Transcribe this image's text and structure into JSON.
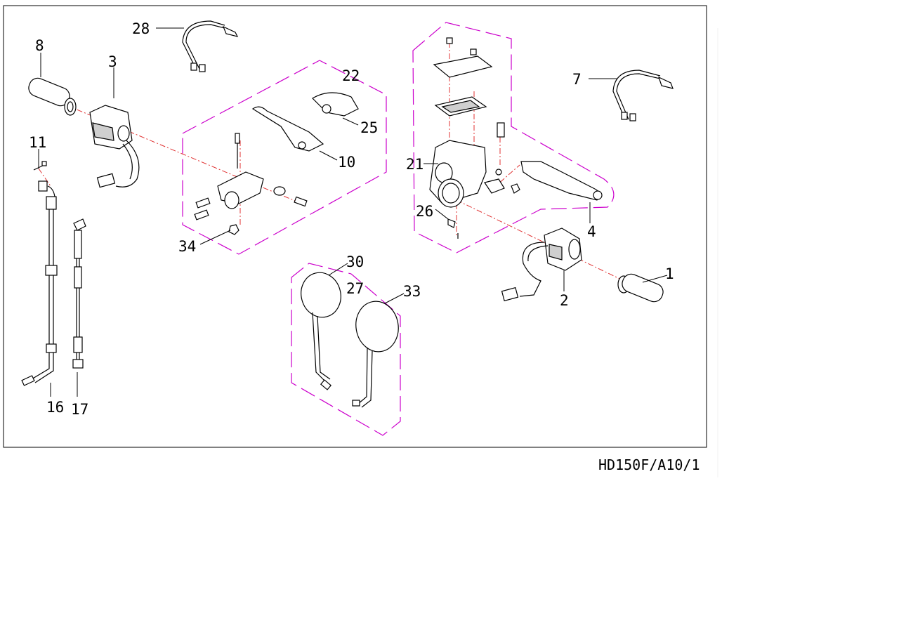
{
  "drawing_code": "HD150F/A10/1",
  "callouts": {
    "c1": "1",
    "c2": "2",
    "c3": "3",
    "c4": "4",
    "c7": "7",
    "c8": "8",
    "c10": "10",
    "c11": "11",
    "c16": "16",
    "c17": "17",
    "c21": "21",
    "c22": "22",
    "c25": "25",
    "c26": "26",
    "c27": "27",
    "c28": "28",
    "c30": "30",
    "c33": "33",
    "c34": "34"
  },
  "colors": {
    "frame": "#000000",
    "group_outline": "#cc00cc",
    "center_line": "#e03030",
    "background": "#ffffff"
  }
}
